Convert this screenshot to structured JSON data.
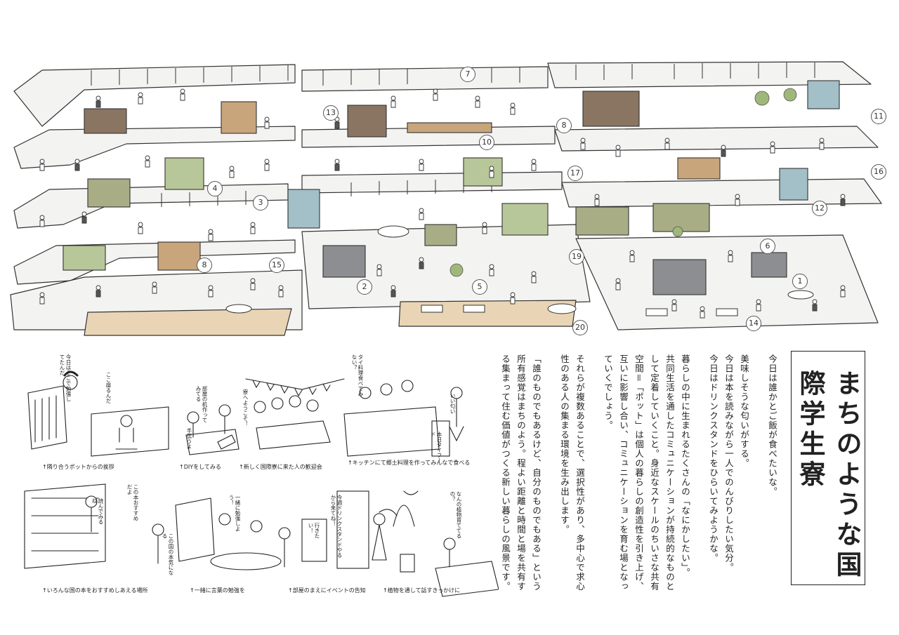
{
  "title": "まちのような国際学生寮",
  "body_paragraphs": [
    "今日は誰かとご飯が食べたいな。",
    "美味しそうな匂いがする。",
    "今日は本を読みながら一人でのんびりしたい気分。",
    "今日はドリンクスタンドをひらいてみようかな。",
    "暮らしの中に生まれるたくさんの「なにかしたい」。",
    "共同生活を通したコミュニケーションが持続的なものとして定着していくこと。身近なスケールのちいさな共有空間＝「ポット」は個人の暮らしの創造性を引き上げ、互いに影響し合い、コミュニケーションを育む場となっていくでしょう。",
    "それらが複数あることで、選択性があり、多中心で求心性のある人の集まる環境を生み出します。",
    "「誰のものでもあるけど、自分のものでもある」という所有感覚はまちのよう。程よい距離と時間と場を共有する集まって住む価値がつくる新しい暮らしの風景です。"
  ],
  "map_numbers": [
    "1",
    "2",
    "3",
    "4",
    "5",
    "6",
    "7",
    "8",
    "8",
    "10",
    "11",
    "12",
    "13",
    "14",
    "15",
    "16",
    "17",
    "19",
    "20"
  ],
  "vignettes": [
    {
      "caption": "↑隣り合うポットからの挨拶",
      "bubbles": [
        "今日はそこで勉強してたんだ",
        "ここ座るんだ"
      ]
    },
    {
      "caption": "↑DIYをしてみる",
      "bubbles": [
        "部屋の机作ってみてる",
        "手伝うよ"
      ]
    },
    {
      "caption": "↑新しく国際寮に来た人の歓迎会",
      "bubbles": [
        "寮へようこそ！"
      ]
    },
    {
      "caption": "↑キッチンにて郷土料理を作ってみんなで食べる",
      "bubbles": [
        "タイ料理食べてみない？",
        "いい匂い",
        "本日タイフード"
      ]
    },
    {
      "caption": "↑いろんな国の本をおすすめしあえる場所",
      "bubbles": [
        "この本おすすめだよ",
        "読んでみるね",
        "この国の本気になる"
      ]
    },
    {
      "caption": "↑一緒に言葉の勉強を",
      "bubbles": [
        "一緒に勉強しよう！"
      ]
    },
    {
      "caption": "↑部屋のまえにイベントの告知",
      "bubbles": [
        "今週ドリンクスタンドやるから来てね！",
        "行きたい！"
      ]
    },
    {
      "caption": "↑植物を通して話すきっかけに",
      "bubbles": [
        "なんの植物育ててるの？"
      ]
    }
  ],
  "colors": {
    "ink": "#222222",
    "floor": "#f3f3f1",
    "wood": "#c9a57c",
    "green_pot": "#b8c79a",
    "olive_pot": "#a9ad86",
    "brown_pot": "#8a7563",
    "blue_pot": "#a3bfc7",
    "grey_pot": "#8c8e91",
    "deck": "#e9d5b5"
  }
}
